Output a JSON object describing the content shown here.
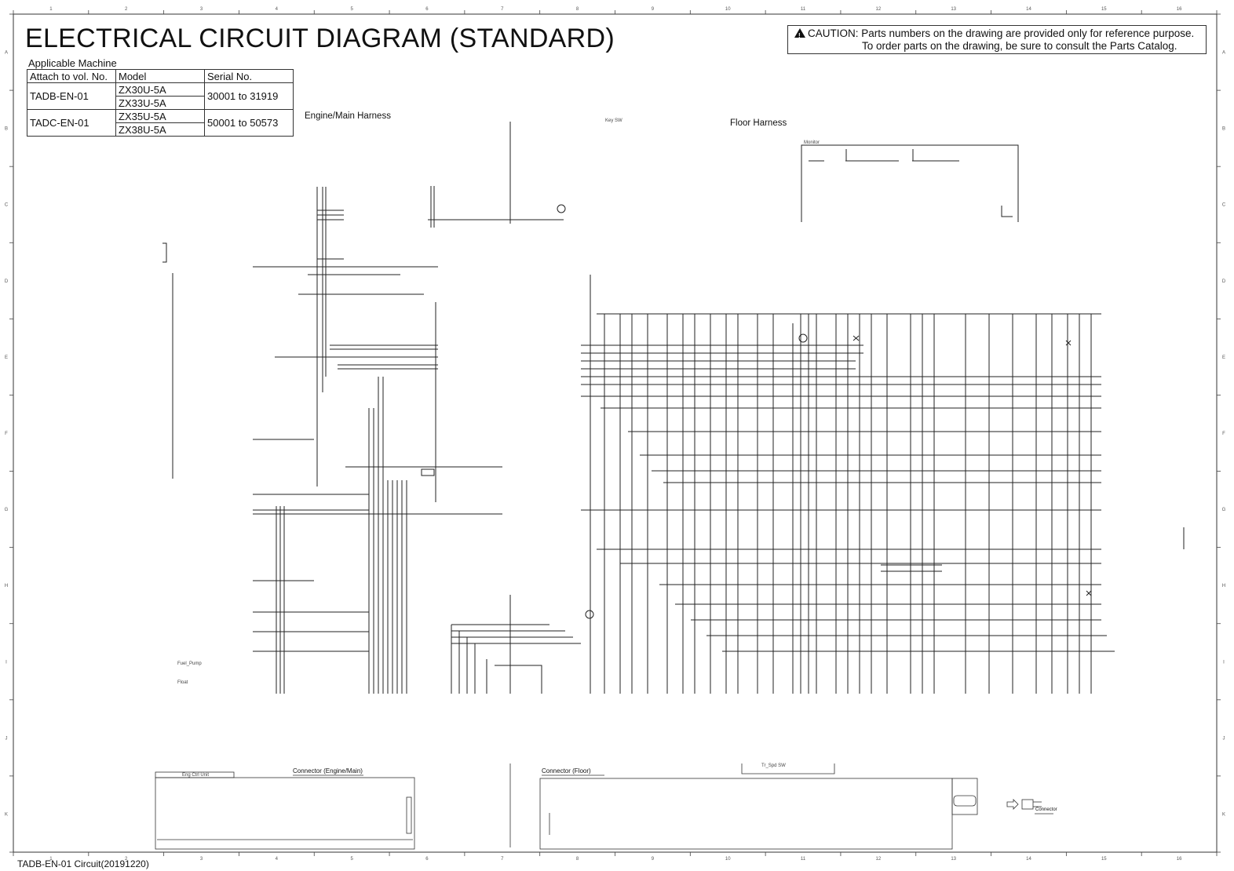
{
  "title": "ELECTRICAL CIRCUIT DIAGRAM (STANDARD)",
  "caution": {
    "prefix": "CAUTION:",
    "line1": "Parts numbers on the drawing are provided only for reference purpose.",
    "line2": "To order parts on the drawing, be sure to consult the Parts Catalog.",
    "icon": "warning-triangle-icon"
  },
  "applicable_machine": {
    "label": "Applicable Machine",
    "headers": [
      "Attach to vol. No.",
      "Model",
      "Serial No."
    ],
    "rows": [
      {
        "vol": "TADB-EN-01",
        "models": [
          "ZX30U-5A",
          "ZX33U-5A"
        ],
        "serial": "30001 to 31919"
      },
      {
        "vol": "TADC-EN-01",
        "models": [
          "ZX35U-5A",
          "ZX38U-5A"
        ],
        "serial": "50001 to 50573"
      }
    ]
  },
  "sections": {
    "engine_main_harness": "Engine/Main Harness",
    "floor_harness": "Floor Harness",
    "connector_engine_main": "Connector (Engine/Main)",
    "connector_floor": "Connector (Floor)",
    "connector_legend": "Connector"
  },
  "small_labels": {
    "key_sw": "Key SW",
    "monitor": "Monitor",
    "fuel_pump": "Fuel_Pump",
    "float": "Float",
    "travel_spd": "Tr_Spd SW",
    "eng_ctrl": "Eng Ctrl Unit"
  },
  "grid": {
    "cols": [
      "1",
      "2",
      "3",
      "4",
      "5",
      "6",
      "7",
      "8",
      "9",
      "10",
      "11",
      "12",
      "13",
      "14",
      "15",
      "16"
    ],
    "rows": [
      "A",
      "B",
      "C",
      "D",
      "E",
      "F",
      "G",
      "H",
      "I",
      "J",
      "K"
    ]
  },
  "footer": "TADB-EN-01  Circuit(20191220)"
}
